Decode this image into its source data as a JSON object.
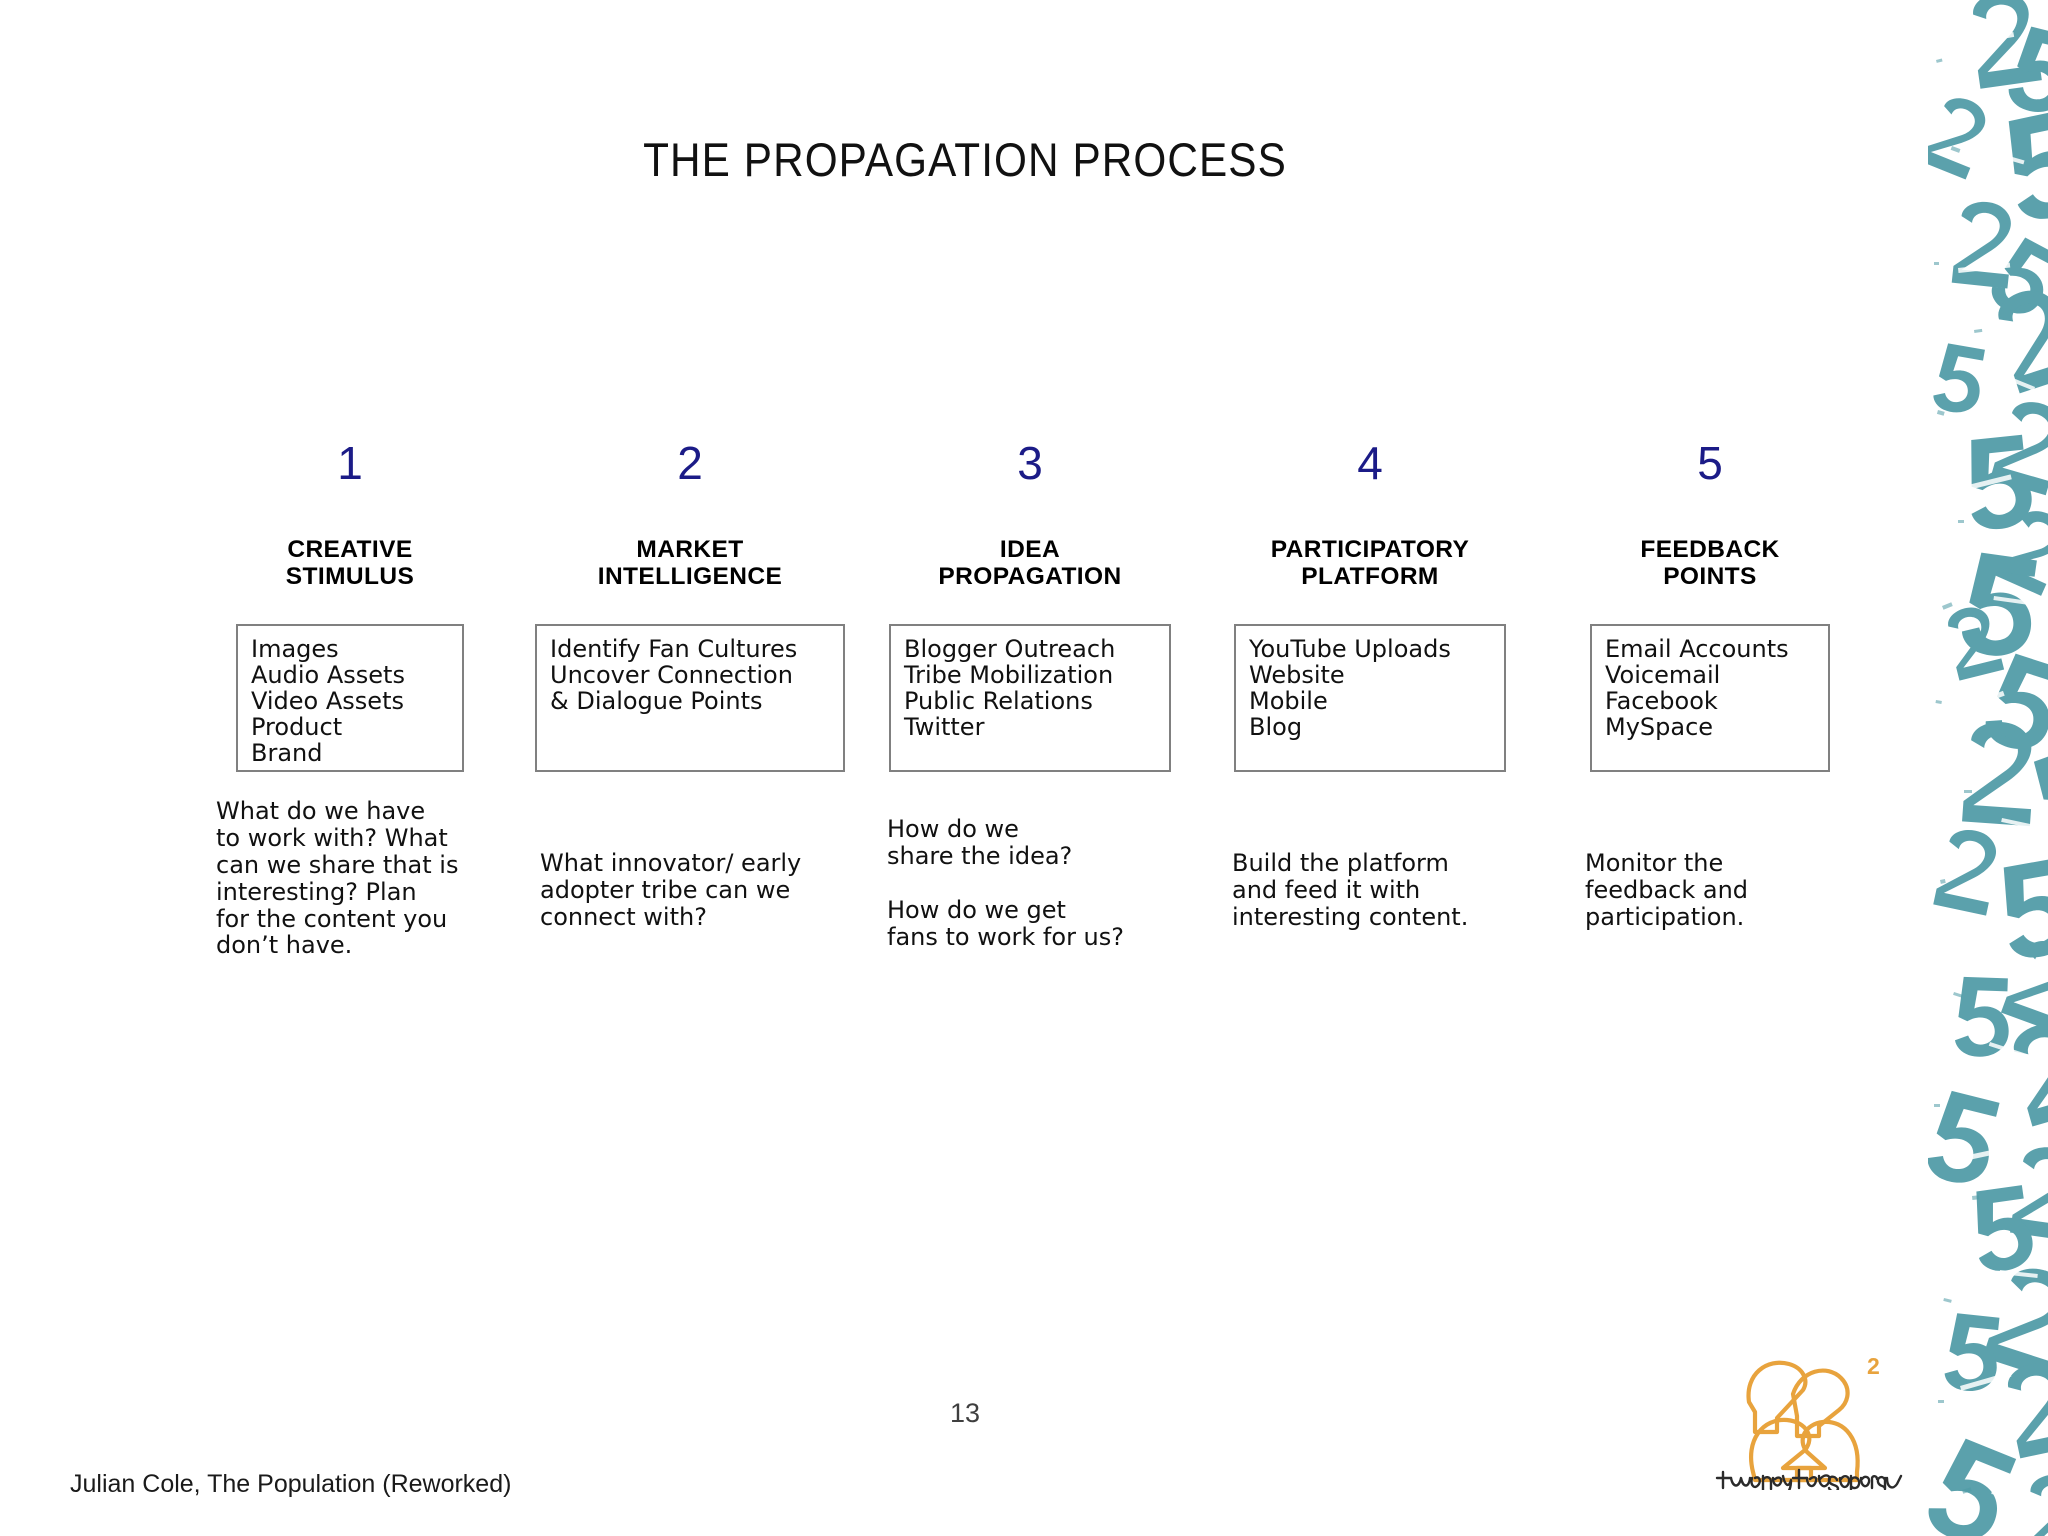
{
  "slide": {
    "title": "THE PROPAGATION PROCESS",
    "page_number": "13",
    "attribution": "Julian Cole, The Population (Reworked)",
    "accent_number_color": "#1b1b87",
    "box_border_color": "#808080",
    "edge_texture_color": "#4e9aa5",
    "logo_color": "#e8a33d"
  },
  "columns": [
    {
      "number": "1",
      "header": "CREATIVE\nSTIMULUS",
      "items": "Images\nAudio Assets\nVideo Assets\nProduct\nBrand",
      "description": "What do we have\nto work with? What\ncan we share that is\ninteresting? Plan\nfor the content you\ndon’t have."
    },
    {
      "number": "2",
      "header": "MARKET\nINTELLIGENCE",
      "items": "Identify Fan Cultures\nUncover Connection\n& Dialogue Points",
      "description": "What innovator/ early\nadopter tribe can we\nconnect with?"
    },
    {
      "number": "3",
      "header": "IDEA\nPROPAGATION",
      "items": "Blogger Outreach\nTribe Mobilization\nPublic Relations\nTwitter",
      "description": "How do we\nshare the idea?\n\nHow do we get\nfans to work for us?"
    },
    {
      "number": "4",
      "header": "PARTICIPATORY\nPLATFORM",
      "items": "YouTube Uploads\nWebsite\nMobile\nBlog",
      "description": "Build the platform\nand feed it with\ninteresting content."
    },
    {
      "number": "5",
      "header": "FEEDBACK\nPOINTS",
      "items": "Email Accounts\nVoicemail\nFacebook\nMySpace",
      "description": "Monitor the\nfeedback and\nparticipation."
    }
  ],
  "logo": {
    "superscript": "2",
    "wordmark": "twenty two squared"
  }
}
